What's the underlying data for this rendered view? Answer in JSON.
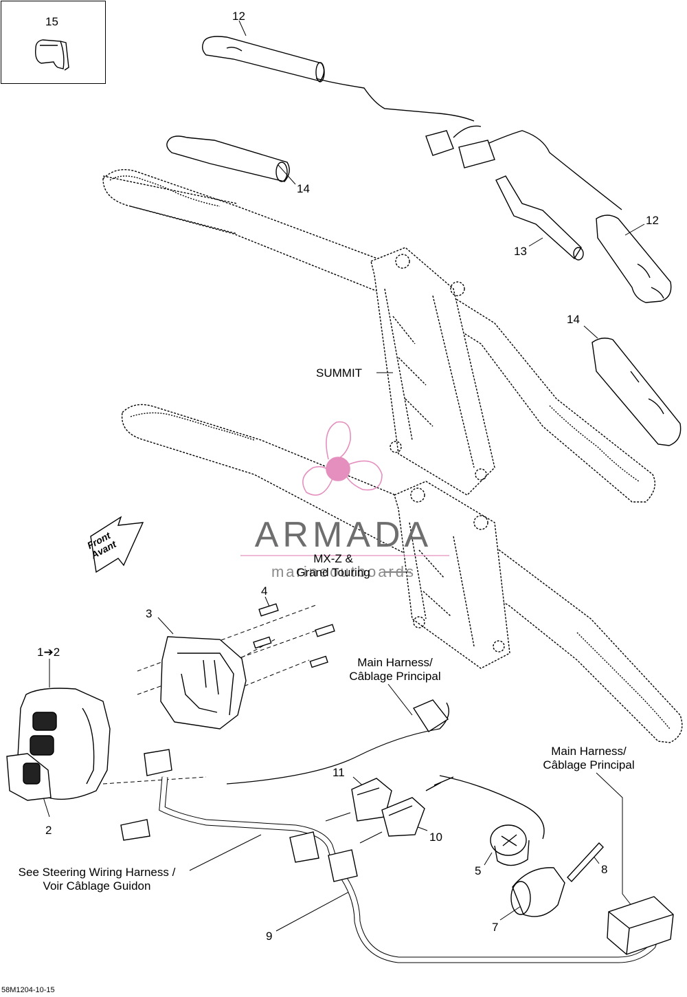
{
  "callouts": {
    "n15": "15",
    "n12a": "12",
    "n14a": "14",
    "n12b": "12",
    "n13": "13",
    "n14b": "14",
    "n4": "4",
    "n3": "3",
    "n1to2": "1➔2",
    "n2": "2",
    "n11": "11",
    "n10": "10",
    "n5": "5",
    "n8": "8",
    "n7": "7",
    "n9": "9"
  },
  "labels": {
    "summit": "SUMMIT",
    "mxz_line1": "MX-Z &",
    "mxz_line2": "Grand Touring",
    "main_harness_1_line1": "Main Harness/",
    "main_harness_1_line2": "Câblage Principal",
    "main_harness_2_line1": "Main Harness/",
    "main_harness_2_line2": "Câblage Principal",
    "steering_line1": "See Steering Wiring Harness /",
    "steering_line2": "Voir Câblage Guidon",
    "front_line1": "Front",
    "front_line2": "Avant"
  },
  "watermark": {
    "title": "ARMADA",
    "subtitle": "marineoutboards",
    "color": "#e48fbe"
  },
  "document_code": "58M1204-10-15"
}
